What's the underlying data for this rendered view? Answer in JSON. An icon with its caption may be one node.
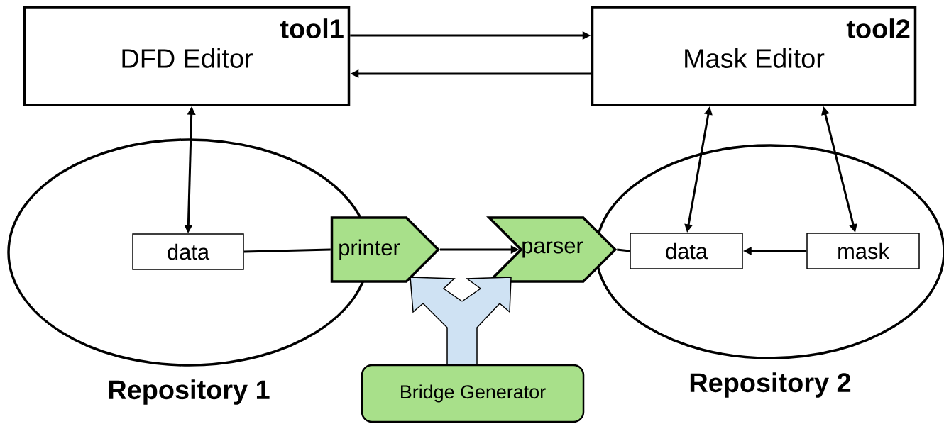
{
  "diagram": {
    "nodes": [
      {
        "text": [
          "tool1",
          "DFD Editor"
        ]
      },
      {
        "text": [
          "tool2",
          "Mask Editor"
        ]
      },
      {
        "text": [
          "Repository 1"
        ]
      },
      {
        "text": [
          "data"
        ],
        "in": 2
      },
      {
        "text": [
          "Repository 2"
        ]
      },
      {
        "text": [
          "data"
        ],
        "in": 4
      },
      {
        "text": [
          "mask"
        ],
        "in": 4
      },
      {
        "text": [
          "printer"
        ]
      },
      {
        "text": [
          "parser"
        ]
      },
      {
        "text": [
          "Bridge Generator"
        ]
      }
    ],
    "edges": [
      {
        "from": 0,
        "to": 1,
        "arrow": "to"
      },
      {
        "from": 1,
        "to": 0,
        "arrow": "to"
      },
      {
        "from": 0,
        "to": 3,
        "arrow": "both"
      },
      {
        "from": 1,
        "to": 5,
        "arrow": "both"
      },
      {
        "from": 1,
        "to": 6,
        "arrow": "both"
      },
      {
        "from": 6,
        "to": 5,
        "arrow": "to"
      },
      {
        "from": 3,
        "to": 7,
        "arrow": "none"
      },
      {
        "from": 7,
        "to": 8,
        "arrow": "to"
      },
      {
        "from": 8,
        "to": 5,
        "arrow": "none"
      },
      {
        "from": 9,
        "to": 7,
        "arrow": "to",
        "style": "thick",
        "color": "#cfe2f3"
      },
      {
        "from": 9,
        "to": 8,
        "arrow": "to",
        "style": "thick",
        "color": "#cfe2f3"
      }
    ]
  }
}
